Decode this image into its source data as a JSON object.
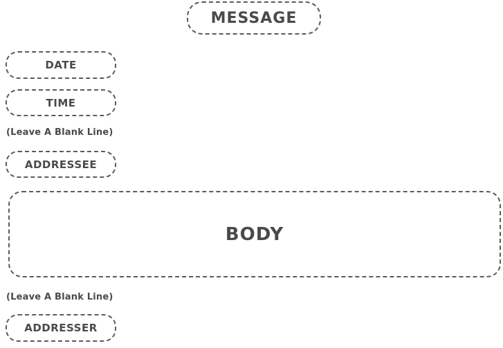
{
  "diagram": {
    "title": "MESSAGE",
    "date": "DATE",
    "time": "TIME",
    "blank_line_note_1": "(Leave A Blank Line)",
    "addressee": "ADDRESSEE",
    "body": "BODY",
    "blank_line_note_2": "(Leave A Blank Line)",
    "addresser": "ADDRESSER"
  }
}
